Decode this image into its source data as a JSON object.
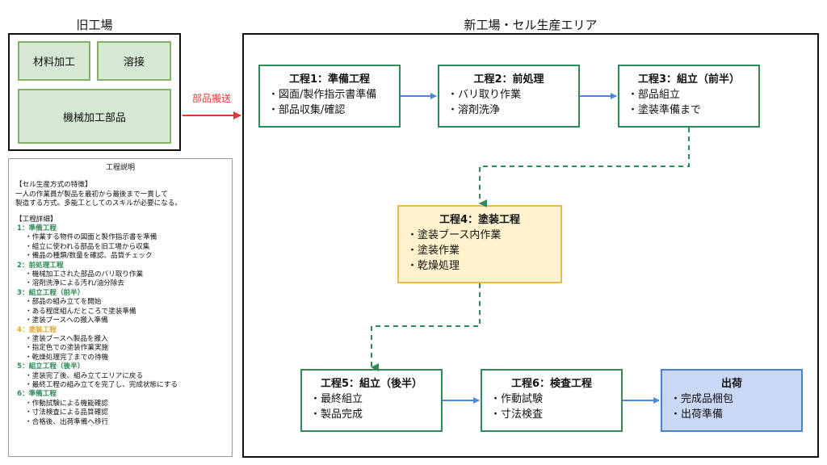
{
  "old_factory": {
    "title": "旧工場",
    "boxes": {
      "material": "材料加工",
      "welding": "溶接",
      "machining": "機械加工部品"
    }
  },
  "transfer_label": "部品搬送",
  "new_factory": {
    "title": "新工場・セル生産エリア"
  },
  "steps": [
    {
      "title": "工程1：準備工程",
      "items": [
        "図面/製作指示書準備",
        "部品収集/確認"
      ]
    },
    {
      "title": "工程2：前処理",
      "items": [
        "バリ取り作業",
        "溶剤洗浄"
      ]
    },
    {
      "title": "工程3：組立（前半）",
      "items": [
        "部品組立",
        "塗装準備まで"
      ]
    },
    {
      "title": "工程4：塗装工程",
      "items": [
        "塗装ブース内作業",
        "塗装作業",
        "乾燥処理"
      ]
    },
    {
      "title": "工程5：組立（後半）",
      "items": [
        "最終組立",
        "製品完成"
      ]
    },
    {
      "title": "工程6：検査工程",
      "items": [
        "作動試験",
        "寸法検査"
      ]
    },
    {
      "title": "出荷",
      "items": [
        "完成品梱包",
        "出荷準備"
      ]
    }
  ],
  "notes": {
    "title": "工程説明",
    "feature_heading": "【セル生産方式の特徴】",
    "feature_lines": [
      "一人の作業員が製品を最初から最後まで一貫して",
      "製造する方式。多能工としてのスキルが必要になる。"
    ],
    "detail_heading": "【工程詳細】",
    "sections": [
      {
        "heading": "1：準備工程",
        "items": [
          "作業する物件の図面と製作指示書を準備",
          "組立に使われる部品を旧工場から収集",
          "備品の種類/数量を確認、品質チェック"
        ]
      },
      {
        "heading": "2：前処理工程",
        "items": [
          "機械加工された部品のバリ取り作業",
          "溶剤洗浄による汚れ/油分除去"
        ]
      },
      {
        "heading": "3：組立工程（前半）",
        "items": [
          "部品の組み立てを開始",
          "ある程度組んだところで塗装準備",
          "塗装ブースへの搬入準備"
        ]
      },
      {
        "heading": "4：塗装工程",
        "items": [
          "塗装ブースへ製品を搬入",
          "指定色での塗装作業実施",
          "乾燥処理完了までの待機"
        ]
      },
      {
        "heading": "5：組立工程（後半）",
        "items": [
          "塗装完了後、組み立てエリアに戻る",
          "最終工程の組み立てを完了し、完成状態にする"
        ]
      },
      {
        "heading": "6：準備工程",
        "items": [
          "作動試験による機能確認",
          "寸法検査による品質確認",
          "合格後、出荷準備へ移行"
        ]
      }
    ]
  },
  "colors": {
    "green_border": "#2e8b57",
    "paint_fill": "#fff2cc",
    "paint_border": "#e8b84a",
    "ship_fill": "#c8d8f5",
    "ship_border": "#4a7fd1",
    "arrow_blue": "#4a86e8",
    "arrow_red": "#e53935"
  }
}
